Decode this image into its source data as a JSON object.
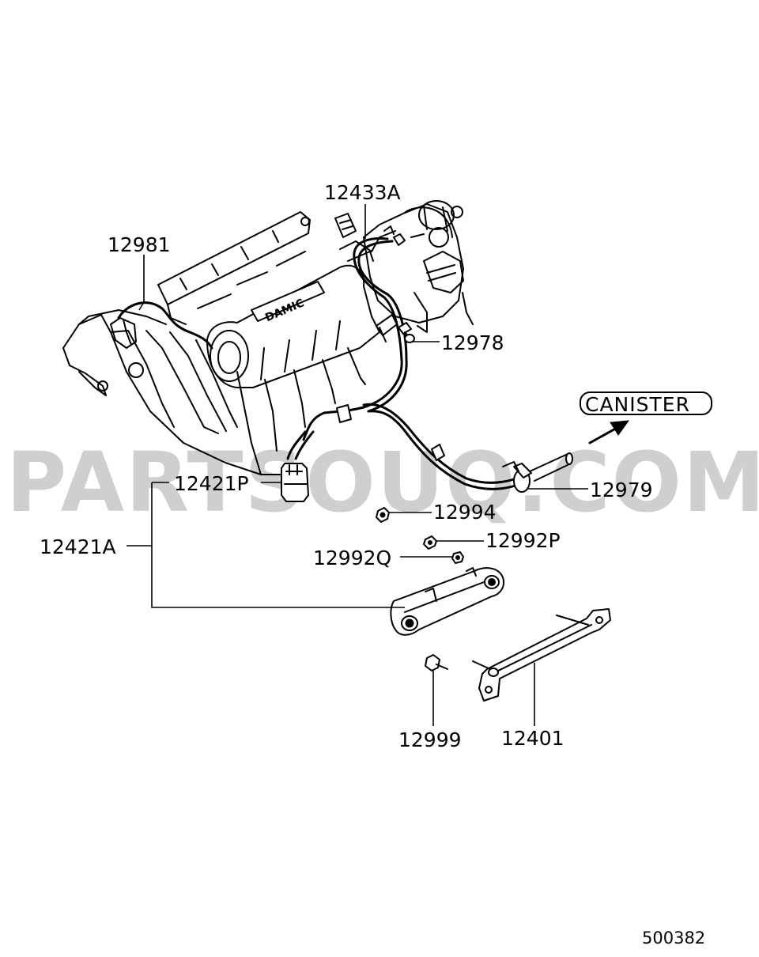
{
  "watermark": "PARTSOUQ.COM",
  "diagram_code": "500382",
  "canister_label": "CANISTER",
  "callouts": {
    "p12433A": "12433A",
    "p12981": "12981",
    "p12978": "12978",
    "p12979": "12979",
    "p12421P": "12421P",
    "p12421A": "12421A",
    "p12994": "12994",
    "p12992P": "12992P",
    "p12992Q": "12992Q",
    "p12999": "12999",
    "p12401": "12401"
  },
  "emblem_text": "DAMIC"
}
